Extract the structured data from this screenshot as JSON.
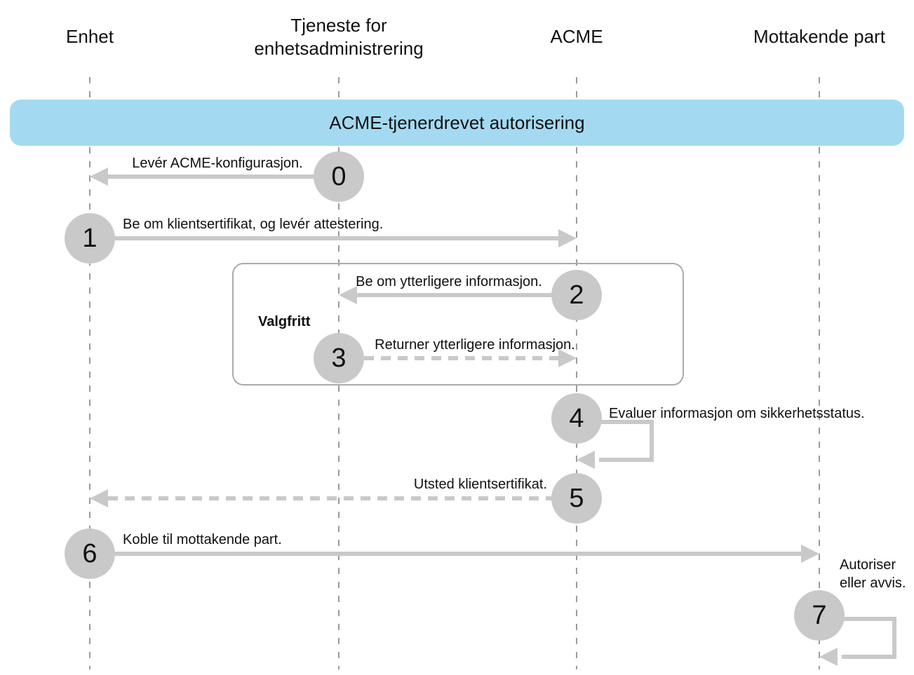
{
  "diagram": {
    "banner_title": "ACME-tjenerdrevet autorisering",
    "actors": [
      {
        "label": "Enhet"
      },
      {
        "label": "Tjeneste for enhetsadministrering"
      },
      {
        "label": "ACME"
      },
      {
        "label": "Mottakende part"
      }
    ],
    "optional_box_label": "Valgfritt",
    "steps": [
      {
        "num": "0",
        "label": "Levér ACME-konfigurasjon.",
        "from": "Tjeneste for enhetsadministrering",
        "to": "Enhet",
        "line": "solid"
      },
      {
        "num": "1",
        "label": "Be om klientsertifikat, og levér attestering.",
        "from": "Enhet",
        "to": "ACME",
        "line": "solid"
      },
      {
        "num": "2",
        "label": "Be om ytterligere informasjon.",
        "from": "ACME",
        "to": "Tjeneste for enhetsadministrering",
        "line": "solid",
        "optional": true
      },
      {
        "num": "3",
        "label": "Returner ytterligere informasjon.",
        "from": "Tjeneste for enhetsadministrering",
        "to": "ACME",
        "line": "dashed",
        "optional": true
      },
      {
        "num": "4",
        "label": "Evaluer informasjon om sikkerhetsstatus.",
        "from": "ACME",
        "to": "ACME",
        "line": "self-loop"
      },
      {
        "num": "5",
        "label": "Utsted klientsertifikat.",
        "from": "ACME",
        "to": "Enhet",
        "line": "dashed"
      },
      {
        "num": "6",
        "label": "Koble til mottakende part.",
        "from": "Enhet",
        "to": "Mottakende part",
        "line": "solid"
      },
      {
        "num": "7",
        "label": "Autoriser eller avvis.",
        "from": "Mottakende part",
        "to": "Mottakende part",
        "line": "self-loop"
      }
    ],
    "colors": {
      "banner_bg": "#A4DAF1",
      "step_circle": "#C9C9C9",
      "arrow": "#C9C9C9",
      "lifeline": "#9B9B9B",
      "optional_border": "#ABABAB",
      "text": "#111111"
    }
  }
}
